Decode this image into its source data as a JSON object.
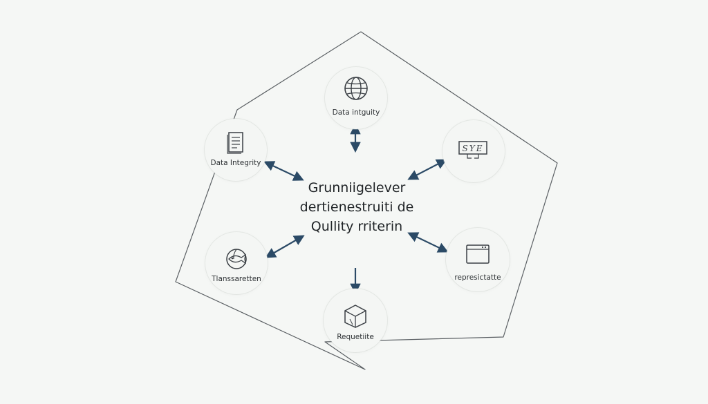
{
  "center": {
    "line1": "Grunniigelever",
    "line2": "dertienestruiti de",
    "line3": "Qullity rriterin"
  },
  "nodes": {
    "top": {
      "label": "Data intguity",
      "icon": "globe-icon"
    },
    "upper_left": {
      "label": "Data Integrity",
      "icon": "document-icon"
    },
    "upper_right": {
      "label": "",
      "icon": "code-symbol-icon",
      "icon_text": "SYE"
    },
    "lower_left": {
      "label": "Tlanssaretten",
      "icon": "fish-globe-icon"
    },
    "lower_right": {
      "label": "represictatte",
      "icon": "browser-window-icon"
    },
    "bottom": {
      "label": "Requetiite",
      "icon": "cube-icon"
    }
  },
  "colors": {
    "background": "#f5f7f5",
    "arrow": "#2b4a66",
    "outline": "#5a5f63",
    "icon": "#3a3f44",
    "text": "#1f2326"
  }
}
